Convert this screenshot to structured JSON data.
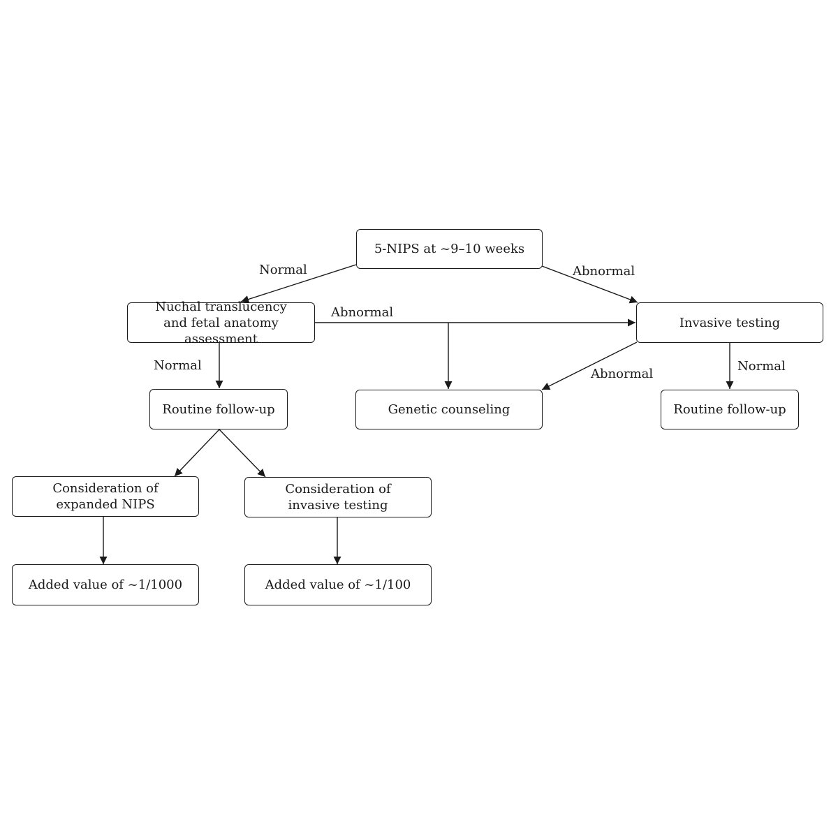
{
  "nodes": {
    "nips_start": [
      "5-NIPS at ~9–10 weeks"
    ],
    "nuchal": [
      "Nuchal translucency",
      "and fetal anatomy assessment"
    ],
    "invasive": [
      "Invasive testing"
    ],
    "routine_left": [
      "Routine follow-up"
    ],
    "genetic": [
      "Genetic counseling"
    ],
    "routine_right": [
      "Routine follow-up"
    ],
    "consider_nips": [
      "Consideration of",
      "expanded NIPS"
    ],
    "consider_invasive": [
      "Consideration of",
      "invasive testing"
    ],
    "value_1000": [
      "Added value of ~1/1000"
    ],
    "value_100": [
      "Added value of ~1/100"
    ]
  },
  "edge_labels": {
    "start_to_nuchal": "Normal",
    "start_to_invasive": "Abnormal",
    "nuchal_to_invasive": "Abnormal",
    "nuchal_to_routine": "Normal",
    "invasive_to_genetic": "Abnormal",
    "invasive_to_routine": "Normal"
  }
}
